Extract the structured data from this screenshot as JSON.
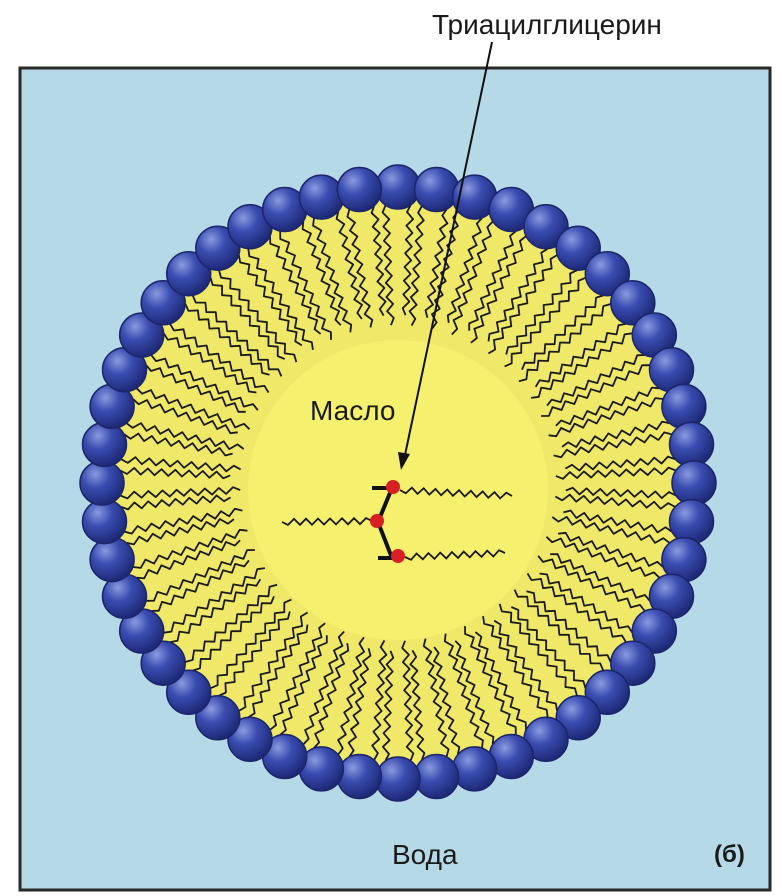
{
  "labels": {
    "triacylglycerol": "Триацилглицерин",
    "oil": "Масло",
    "water": "Вода",
    "panel": "(б)"
  },
  "colors": {
    "water_bg": "#b6d9e8",
    "micelle_fill": "#efe868",
    "core_fill": "#f6f06f",
    "head_group": "#2f3f9e",
    "head_outline": "#1c256a",
    "tail": "#1a1a1a",
    "glycerol_ester": "#d81f26",
    "frame": "#2a2a2a"
  },
  "diagram": {
    "phospholipid_heads": 48,
    "triacylglycerol_tails": 3
  }
}
